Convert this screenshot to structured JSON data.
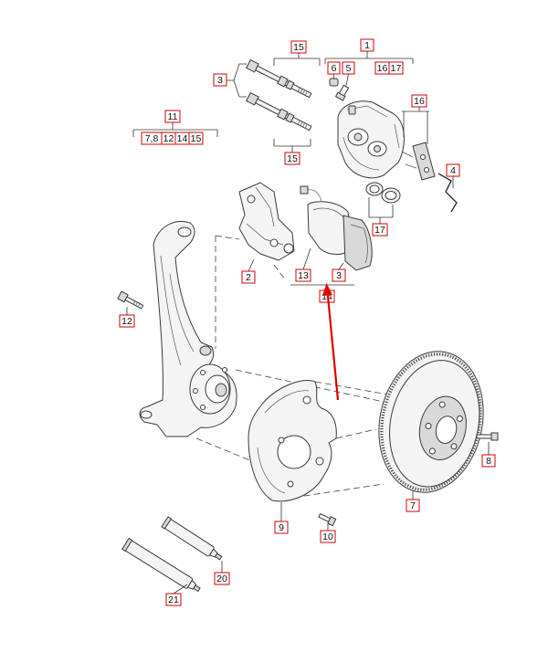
{
  "callouts": [
    "15",
    "1",
    "3",
    "6",
    "5",
    "16",
    "17",
    "16",
    "11",
    "7,8",
    "12",
    "14",
    "15",
    "15",
    "4",
    "17",
    "2",
    "13",
    "3",
    "14",
    "12",
    "8",
    "7",
    "9",
    "10",
    "20",
    "21"
  ],
  "colors": {
    "callout_border": "#d40000",
    "arrow": "#e00000",
    "line_art": "#3a3a3a"
  }
}
